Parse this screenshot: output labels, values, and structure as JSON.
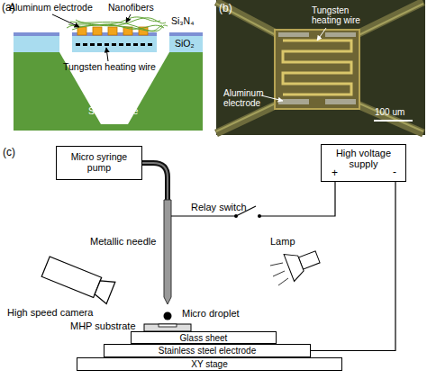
{
  "diagram": {
    "nodes": [
      {
        "text": [
          "Micro syringe pump"
        ]
      },
      {
        "text": [
          "High voltage supply"
        ]
      },
      {
        "text": [
          "Glass sheet"
        ]
      },
      {
        "text": [
          "Stainless steel electrode"
        ]
      },
      {
        "text": [
          "XY stage"
        ]
      }
    ],
    "edges": [
      {
        "from": 1,
        "to": 3,
        "arrow": "none"
      }
    ],
    "labels": [
      "(a)",
      "Aluminum electrode",
      "Nanofibers",
      "Si₃N₄",
      "SiO₂",
      "Tungsten heating wire",
      "Si substrate",
      "(b)",
      "Tungsten heating wire",
      "Aluminum electrode",
      "100 um",
      "(c)",
      "Relay switch",
      "+",
      "-",
      "Metallic needle",
      "Lamp",
      "High speed camera",
      "MHP substrate",
      "Micro droplet"
    ]
  }
}
